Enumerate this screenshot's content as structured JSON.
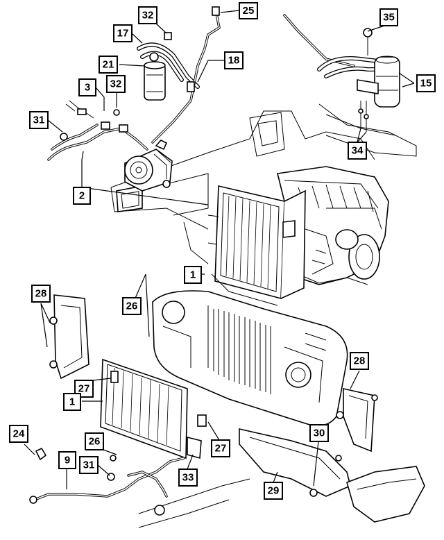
{
  "callouts": [
    {
      "id": "c35",
      "label": "35"
    },
    {
      "id": "c25",
      "label": "25"
    },
    {
      "id": "c32a",
      "label": "32"
    },
    {
      "id": "c17",
      "label": "17"
    },
    {
      "id": "c21",
      "label": "21"
    },
    {
      "id": "c18",
      "label": "18"
    },
    {
      "id": "c15",
      "label": "15"
    },
    {
      "id": "c3",
      "label": "3"
    },
    {
      "id": "c32b",
      "label": "32"
    },
    {
      "id": "c31a",
      "label": "31"
    },
    {
      "id": "c34",
      "label": "34"
    },
    {
      "id": "c2",
      "label": "2"
    },
    {
      "id": "c1a",
      "label": "1"
    },
    {
      "id": "c28a",
      "label": "28"
    },
    {
      "id": "c26a",
      "label": "26"
    },
    {
      "id": "c27a",
      "label": "27"
    },
    {
      "id": "c1b",
      "label": "1"
    },
    {
      "id": "c28b",
      "label": "28"
    },
    {
      "id": "c24",
      "label": "24"
    },
    {
      "id": "c26b",
      "label": "26"
    },
    {
      "id": "c27b",
      "label": "27"
    },
    {
      "id": "c30",
      "label": "30"
    },
    {
      "id": "c9",
      "label": "9"
    },
    {
      "id": "c31b",
      "label": "31"
    },
    {
      "id": "c33",
      "label": "33"
    },
    {
      "id": "c29",
      "label": "29"
    }
  ]
}
